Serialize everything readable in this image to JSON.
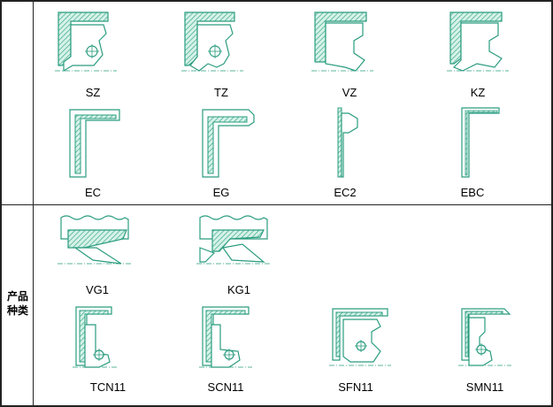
{
  "colors": {
    "outline": "#2a9c7f",
    "hatch": "#3aa88a",
    "fill": "#d6f2e8",
    "border": "#222222"
  },
  "row_label": [
    "产品",
    "种类"
  ],
  "products": [
    {
      "id": "sz",
      "label": "SZ",
      "shape": "radial-with-spring"
    },
    {
      "id": "tz",
      "label": "TZ",
      "shape": "radial-with-spring-dust-lip"
    },
    {
      "id": "vz",
      "label": "VZ",
      "shape": "radial-single-lip"
    },
    {
      "id": "kz",
      "label": "KZ",
      "shape": "radial-dust-lip"
    },
    {
      "id": "ec",
      "label": "EC",
      "shape": "end-cap"
    },
    {
      "id": "eg",
      "label": "EG",
      "shape": "end-cap-rubber"
    },
    {
      "id": "ec2",
      "label": "EC2",
      "shape": "end-cap-thin"
    },
    {
      "id": "ebc",
      "label": "EBC",
      "shape": "end-cap-metal"
    },
    {
      "id": "vg1",
      "label": "VG1",
      "shape": "grooved-outer"
    },
    {
      "id": "kg1",
      "label": "KG1",
      "shape": "grooved-outer-dust"
    },
    {
      "id": "tcn11",
      "label": "TCN11",
      "shape": "cassette-spring"
    },
    {
      "id": "scn11",
      "label": "SCN11",
      "shape": "cassette-spring-single"
    },
    {
      "id": "sfn11",
      "label": "SFN11",
      "shape": "cassette-flange"
    },
    {
      "id": "smn11",
      "label": "SMN11",
      "shape": "cassette-metal"
    }
  ]
}
